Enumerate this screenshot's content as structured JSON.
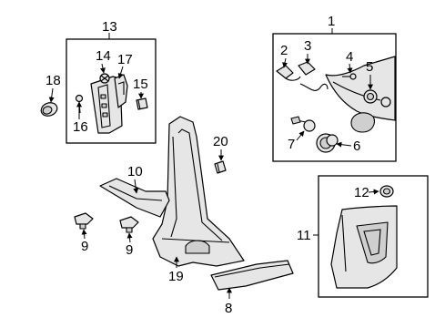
{
  "callouts": {
    "c1": "1",
    "c2": "2",
    "c3": "3",
    "c4": "4",
    "c5": "5",
    "c6": "6",
    "c7": "7",
    "c8": "8",
    "c9a": "9",
    "c9b": "9",
    "c10": "10",
    "c11": "11",
    "c12": "12",
    "c13": "13",
    "c14": "14",
    "c15": "15",
    "c16": "16",
    "c17": "17",
    "c18": "18",
    "c19": "19",
    "c20": "20"
  }
}
